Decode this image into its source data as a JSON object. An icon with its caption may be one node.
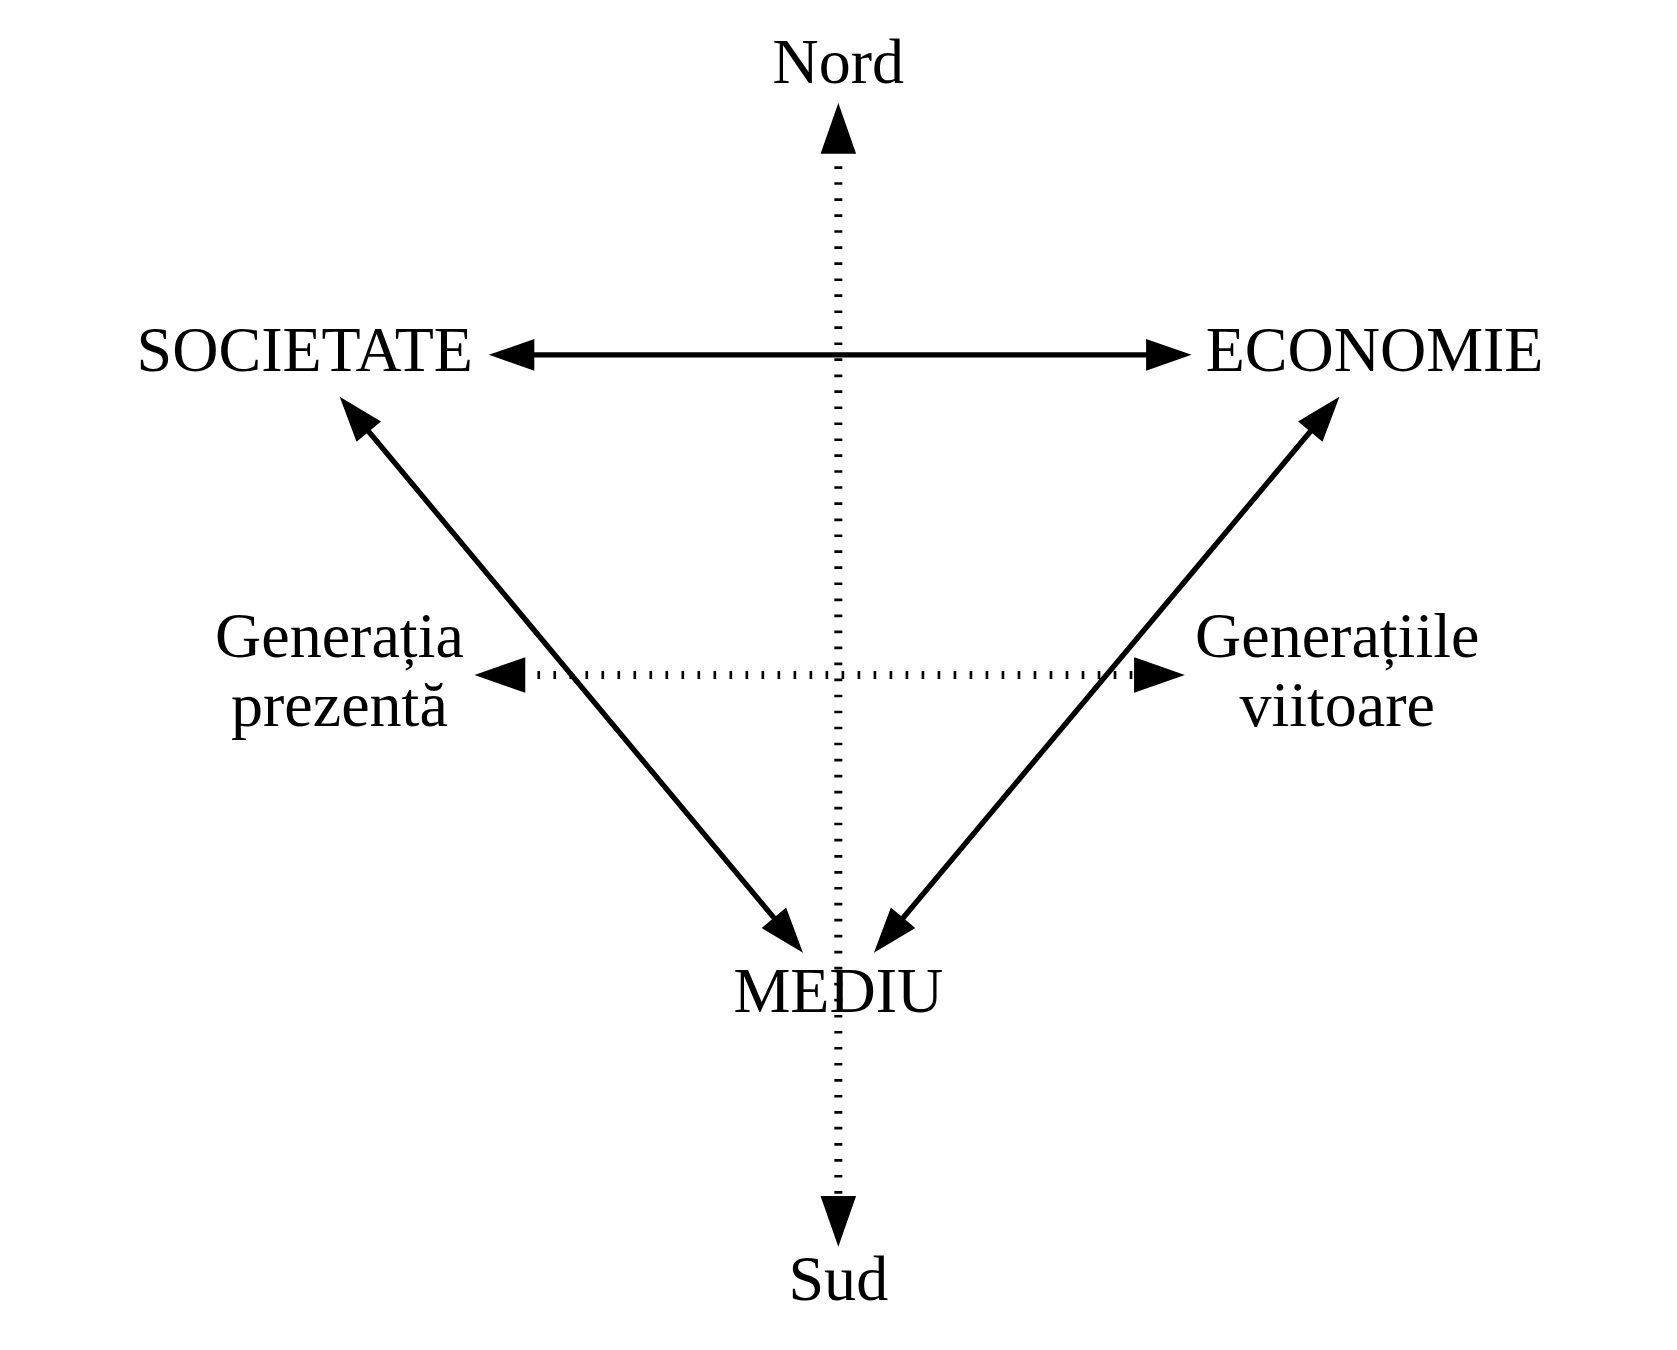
{
  "diagram": {
    "nodes": [
      {
        "text": [
          "Nord"
        ]
      },
      {
        "text": [
          "SOCIETATE"
        ]
      },
      {
        "text": [
          "ECONOMIE"
        ]
      },
      {
        "text": [
          "Generația prezentă"
        ]
      },
      {
        "text": [
          "Generațiile viitoare"
        ]
      },
      {
        "text": [
          "MEDIU"
        ]
      },
      {
        "text": [
          "Sud"
        ]
      }
    ],
    "edges": [
      {
        "from": 1,
        "to": 2,
        "arrow": "both"
      },
      {
        "from": 1,
        "to": 5,
        "arrow": "both"
      },
      {
        "from": 2,
        "to": 5,
        "arrow": "both"
      },
      {
        "from": 0,
        "to": 6,
        "arrow": "both",
        "style": "dashed"
      },
      {
        "from": 3,
        "to": 4,
        "arrow": "both",
        "style": "dashed"
      }
    ]
  }
}
